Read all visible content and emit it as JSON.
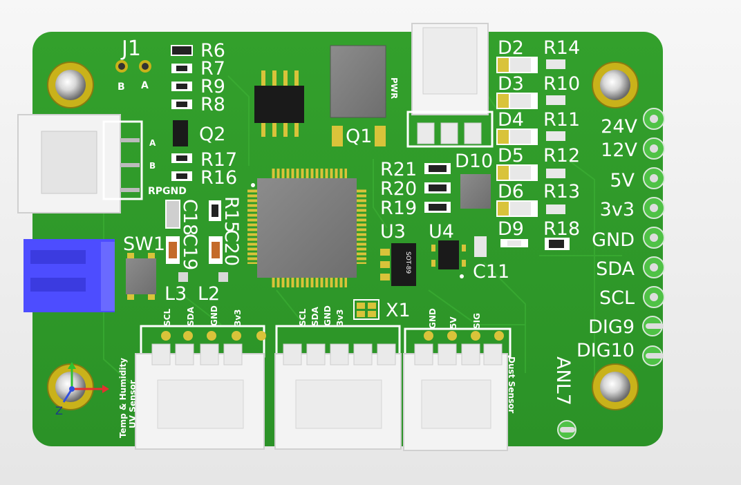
{
  "board": {
    "colors": {
      "pcb": "#2f9a2a",
      "pcb_dark": "#207a1f",
      "silk": "#ffffff",
      "pad_gold": "#d9c33a",
      "chip": "#808080",
      "connector": "#f2f2f2",
      "switch": "#4a4aff"
    },
    "header_labels": [
      "J1",
      "B",
      "A",
      "R6",
      "R7",
      "R9",
      "R8",
      "Q2",
      "R17",
      "R16",
      "RPGND"
    ],
    "left_connector_pins": [
      "A",
      "B"
    ],
    "passives_left": [
      "C18",
      "C19",
      "R15",
      "C20"
    ],
    "switch_label": "SW1",
    "inductors": [
      "L3",
      "L2"
    ],
    "top_center": [
      "PWR",
      "Q1"
    ],
    "resistor_array": [
      "R21",
      "R20",
      "R19"
    ],
    "diode_label": "D10",
    "ics": [
      "U3",
      "U4"
    ],
    "ic_marking": "SOT-89",
    "cap_label": "C11",
    "crystal_label": "X1",
    "led_column": [
      "D2",
      "D3",
      "D4",
      "D5",
      "D6",
      "D9"
    ],
    "res_column": [
      "R14",
      "R10",
      "R11",
      "R12",
      "R13",
      "R18"
    ],
    "edge_pins": [
      "24V",
      "12V",
      "5V",
      "3v3",
      "GND",
      "SDA",
      "SCL",
      "DIG9",
      "DIG10"
    ],
    "analog_label": "ANL7",
    "conn1_pins": [
      "SCL",
      "SDA",
      "GND",
      "3v3"
    ],
    "conn2_pins": [
      "SCL",
      "SDA",
      "GND",
      "3v3"
    ],
    "conn3_pins": [
      "GND",
      "5V",
      "SIG"
    ],
    "sensor_label_1a": "Temp & Humidity",
    "sensor_label_1b": "UV Sensor",
    "sensor_label_3": "Dust Sensor",
    "axis_label": "Z"
  }
}
